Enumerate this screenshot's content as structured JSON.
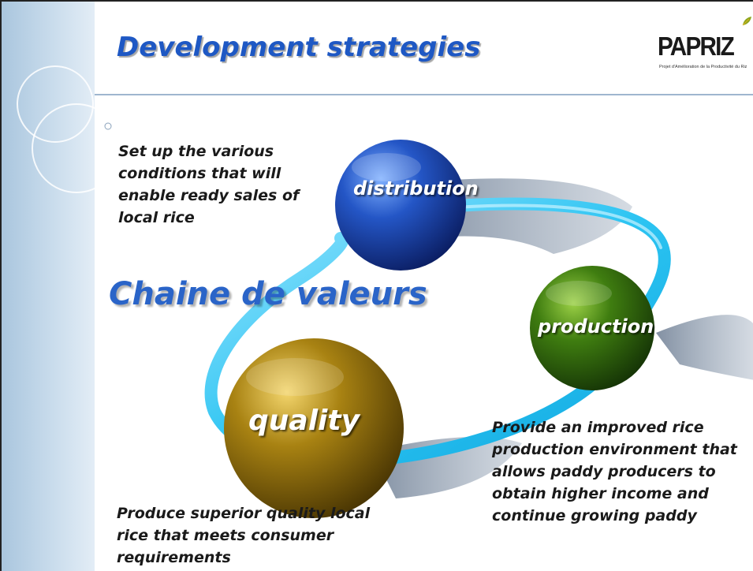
{
  "slide": {
    "title": "Development strategies",
    "center_title": "Chaine de valeurs"
  },
  "logo": {
    "name": "PAPRIZ",
    "subtitle": "Projet d'Amélioration de la Productivité du Riz"
  },
  "nodes": {
    "distribution": {
      "label": "distribution",
      "description": [
        "Set up the various",
        "conditions that will",
        "enable ready sales of",
        "local rice"
      ]
    },
    "production": {
      "label": "production",
      "description": [
        "Provide an improved rice",
        "production environment that",
        "allows paddy producers to",
        "obtain higher income and",
        "continue growing paddy"
      ]
    },
    "quality": {
      "label": "quality",
      "description": [
        "Produce superior quality local",
        "rice that meets consumer",
        "requirements"
      ]
    }
  },
  "colors": {
    "title": "#1e58c4",
    "center_title": "#2a64c8",
    "ring": "#22c0f0",
    "distribution_ball": "#1c3fa6",
    "production_ball": "#3d7a0c",
    "quality_ball": "#a57f10",
    "left_band": "#aac6de"
  }
}
